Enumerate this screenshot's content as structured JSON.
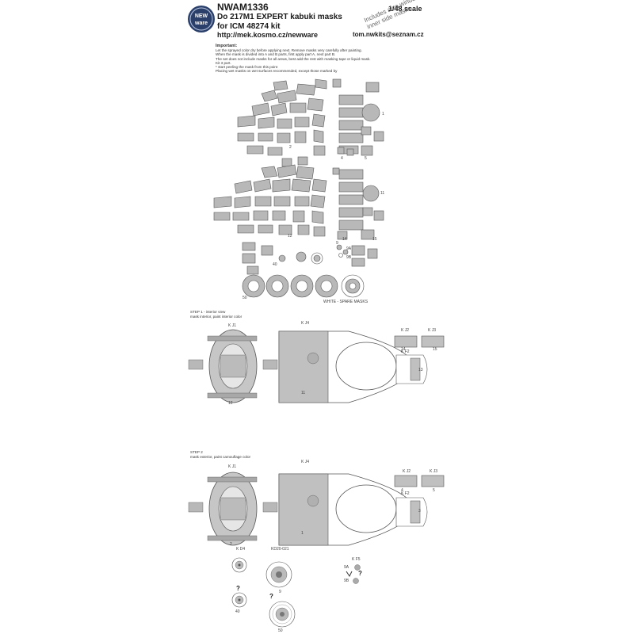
{
  "header": {
    "code": "NWAM1336",
    "title": "Do 217M1 EXPERT kabuki masks",
    "subtitle": "for ICM 48274 kit",
    "url": "http://mek.kosmo.cz/newware",
    "scale": "1/48 scale",
    "email": "tom.nwkits@seznam.cz",
    "note": [
      "Includes also windows",
      "inner side masks"
    ],
    "logo_text": [
      "NEW",
      "ware"
    ]
  },
  "instructions": {
    "title": "Important:",
    "lines": [
      "Let the sprayed color dry before applying next. Remove masks very carefully after painting.",
      "When the mask is divided into A and B parts, first apply part A, next part B.",
      "The set does not include masks for all areas, best add the rest with masking tape or liquid mask.",
      "Kit 3 part.",
      "* start peeling the mask from this point",
      "Placing wet masks on wet surfaces recommended, except those marked by"
    ]
  },
  "sheet": {
    "numbers": [
      "1",
      "2",
      "4",
      "5",
      "11",
      "12",
      "14",
      "15",
      "9",
      "9A",
      "9B",
      "40",
      "50"
    ],
    "spare_label": "WHITE - SPARE MASKS"
  },
  "step1": {
    "title": "STEP 1 - interior view",
    "subtitle": "mask interior, paint interior color",
    "labels": [
      "K J1",
      "K J4",
      "K J2",
      "K J3",
      "K F2",
      "12",
      "11",
      "14",
      "15",
      "13"
    ]
  },
  "step2": {
    "title": "STEP 2",
    "subtitle": "mask exterior, paint camouflage color",
    "labels": [
      "K J1",
      "K J4",
      "K J2",
      "K J3",
      "K F2",
      "2",
      "1",
      "4",
      "5",
      "3"
    ]
  },
  "bottom": {
    "labels": [
      "K D4",
      "KD20-021",
      "K F5",
      "9",
      "40",
      "50",
      "9A",
      "9B",
      "?"
    ]
  }
}
